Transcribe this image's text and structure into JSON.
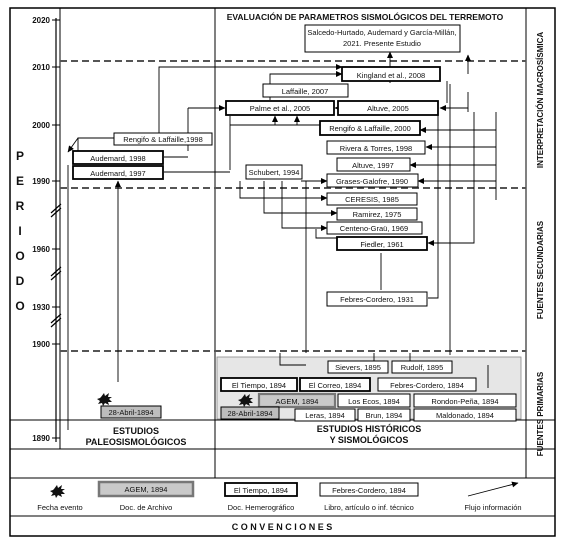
{
  "header": {
    "title": "EVALUACIÓN DE PARAMETROS SISMOLÓGICOS DEL TERREMOTO",
    "study_line1": "Salcedo-Hurtado, Audemard y García-Millán,",
    "study_line2": "2021. Presente Estudio"
  },
  "axis": {
    "label_letters": [
      "P",
      "E",
      "R",
      "I",
      "O",
      "D",
      "O"
    ],
    "years": [
      "2020",
      "2010",
      "2000",
      "1990",
      "1960",
      "1930",
      "1900",
      "1890"
    ]
  },
  "zones": {
    "macro": "INTERPRETACIÓN MACROSÍSMICA",
    "secondary": "FUENTES SECUNDARIAS",
    "primary": "FUENTES PRIMARIAS"
  },
  "paleo_sources": {
    "rengifo": "Rengifo & Laffaille,1998",
    "audemard1998": "Audemard, 1998",
    "audemard1997": "Audemard, 1997",
    "event_date": "28-Abril-1894"
  },
  "historic_sources": {
    "kingland": "Kingland et al., 2008",
    "laffaille2007": "Laffaille, 2007",
    "palme": "Palme et al., 2005",
    "altuve2005": "Altuve, 2005",
    "rengifo2000": "Rengifo & Laffaille, 2000",
    "rivera": "Rivera & Torres, 1998",
    "altuve1997": "Altuve, 1997",
    "schubert": "Schubert, 1994",
    "grases": "Grases-Galofre, 1990",
    "ceresis": "CERESIS, 1985",
    "ramirez": "Ramirez, 1975",
    "centeno": "Centeno-Graü, 1969",
    "fiedler": "Fiedler, 1961",
    "febres1931": "Febres-Cordero, 1931"
  },
  "primary_sources": {
    "sievers": "Sievers, 1895",
    "rudolf": "Rudolf, 1895",
    "eltiempo": "El Tiempo, 1894",
    "elcorreo": "El Correo, 1894",
    "febres1894": "Febres-Cordero, 1894",
    "agem": "AGEM, 1894",
    "losecos": "Los Ecos, 1894",
    "rondon": "Rondon-Peña, 1894",
    "event_date": "28-Abril-1894",
    "leras": "Leras, 1894",
    "brun": "Brun, 1894",
    "maldonado": "Maldonado, 1894"
  },
  "columns": {
    "paleo_l1": "ESTUDIOS",
    "paleo_l2": "PALEOSISMOLÓGICOS",
    "hist_l1": "ESTUDIOS HISTÓRICOS",
    "hist_l2": "Y SISMOLÓGICOS"
  },
  "legend": {
    "sample_archive": "AGEM, 1894",
    "sample_news": "El Tiempo, 1894",
    "sample_book": "Febres-Cordero, 1894",
    "event": "Fecha evento",
    "archive": "Doc. de Archivo",
    "news": "Doc. Hemerográfico",
    "book": "Libro, artículo o inf. técnico",
    "flow": "Flujo información"
  },
  "footer": "C O N V E N C I O N E S"
}
